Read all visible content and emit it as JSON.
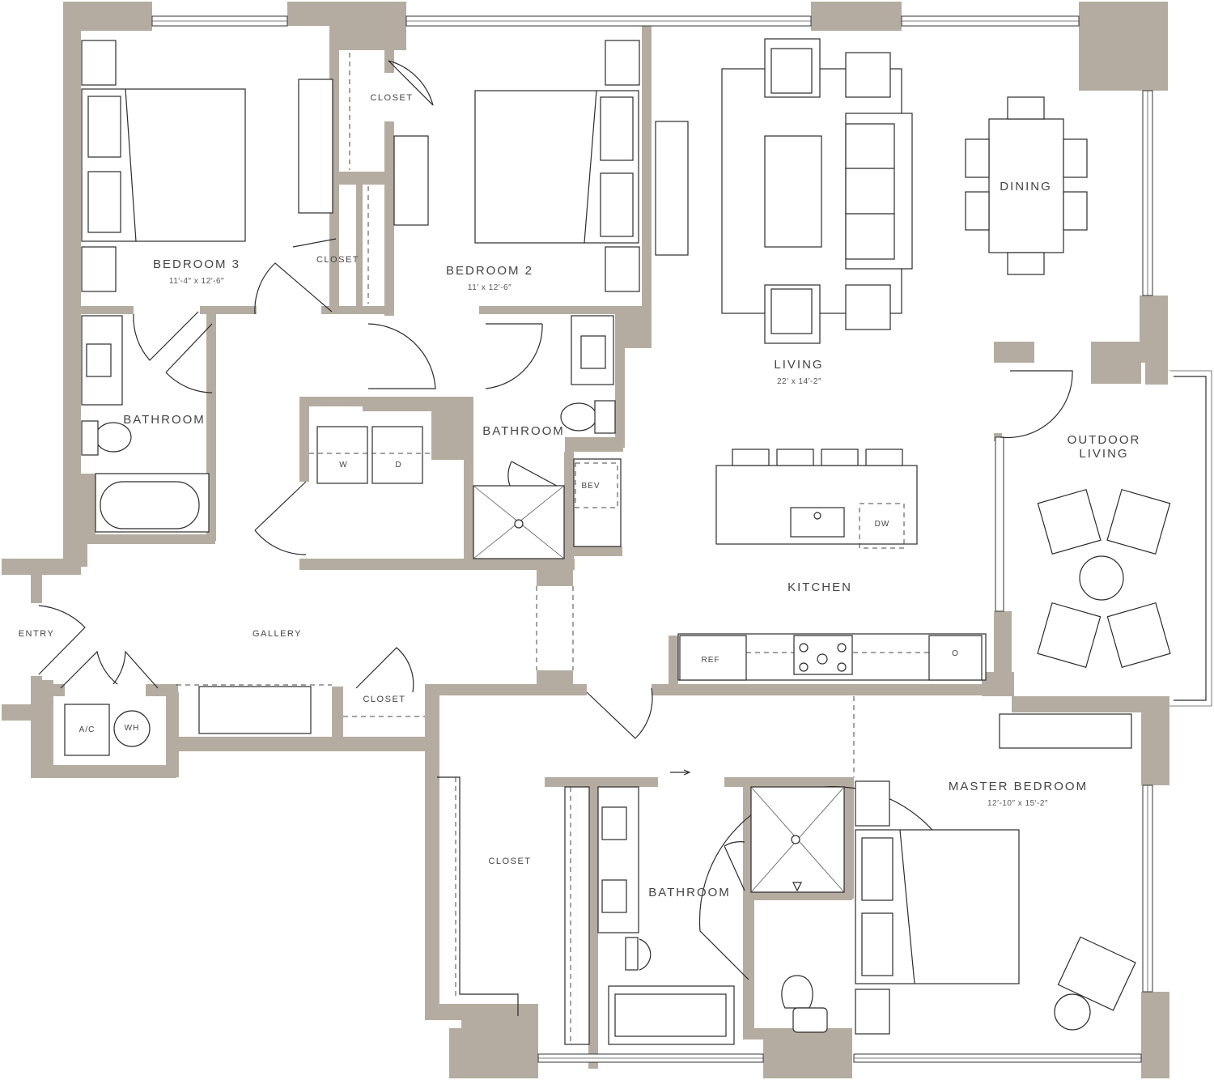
{
  "plan": {
    "wall_color": "#b5aca1",
    "line_color": "#2b2b2b",
    "rooms": {
      "bedroom3": {
        "name": "BEDROOM 3",
        "dims": "11′-4″ x 12′-6″"
      },
      "bedroom2": {
        "name": "BEDROOM 2",
        "dims": "11′ x 12′-6″"
      },
      "living": {
        "name": "LIVING",
        "dims": "22′ x 14′-2″"
      },
      "dining": {
        "name": "DINING"
      },
      "outdoor": {
        "line1": "OUTDOOR",
        "line2": "LIVING"
      },
      "kitchen": {
        "name": "KITCHEN"
      },
      "gallery": {
        "name": "GALLERY"
      },
      "entry": {
        "name": "ENTRY"
      },
      "master": {
        "name": "MASTER BEDROOM",
        "dims": "12′-10″ x 15′-2″"
      },
      "bath_b3": {
        "name": "BATHROOM"
      },
      "bath_b2": {
        "name": "BATHROOM"
      },
      "bath_master": {
        "name": "BATHROOM"
      },
      "closet_top": {
        "name": "CLOSET"
      },
      "closet_mid": {
        "name": "CLOSET"
      },
      "closet_gallery": {
        "name": "CLOSET"
      },
      "closet_master": {
        "name": "CLOSET"
      }
    },
    "appliances": {
      "washer": "W",
      "dryer": "D",
      "bev": "BEV",
      "dishwasher": "DW",
      "fridge": "REF",
      "oven": "O",
      "ac": "A/C",
      "water_heater": "WH"
    }
  }
}
